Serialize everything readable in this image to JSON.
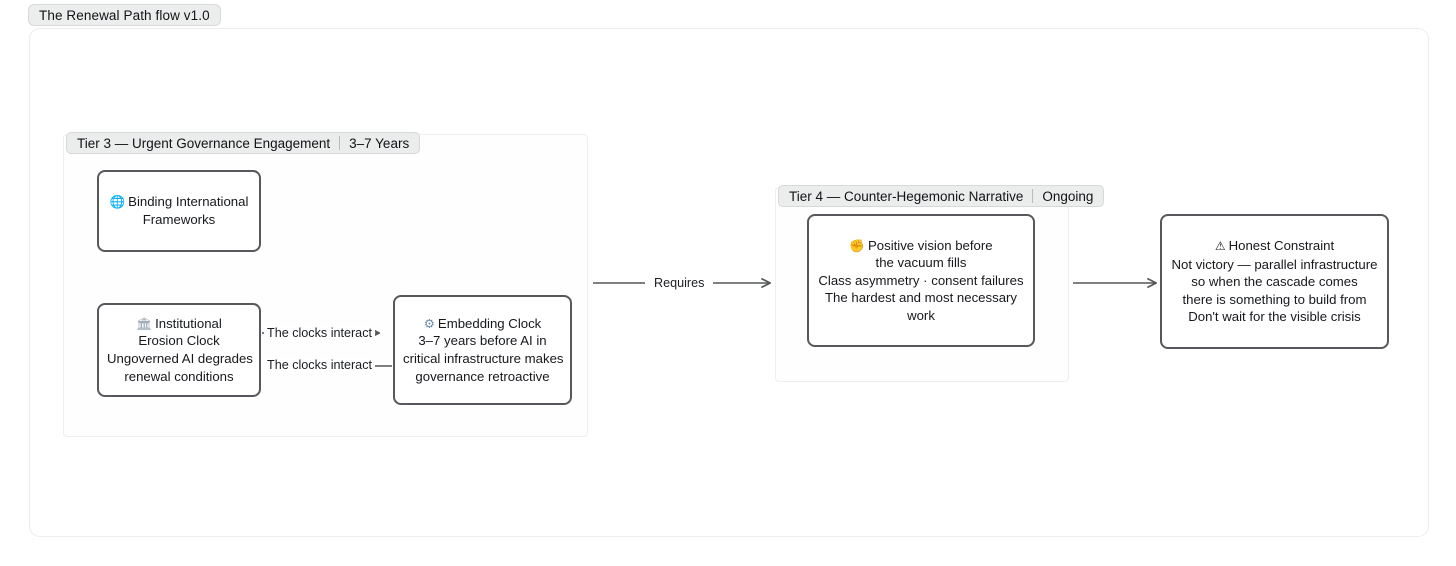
{
  "title_chip": {
    "label": "The Renewal Path flow v1.0"
  },
  "groups": [
    {
      "id": "tier3",
      "chip_main": "Tier 3 — Urgent Governance Engagement",
      "chip_sub": "3–7 Years"
    },
    {
      "id": "tier4",
      "chip_main": "Tier 4 — Counter-Hegemonic Narrative",
      "chip_sub": "Ongoing"
    }
  ],
  "nodes": [
    {
      "id": "binding-international-frameworks",
      "icon": "globe-icon",
      "icon_glyph": "🌐",
      "lines": [
        "Binding International",
        "Frameworks"
      ]
    },
    {
      "id": "institutional-erosion-clock",
      "icon": "classical-building-icon",
      "icon_glyph": "🏛",
      "lines": [
        "Institutional",
        "Erosion Clock",
        "Ungoverned AI degrades",
        "renewal conditions"
      ]
    },
    {
      "id": "embedding-clock",
      "icon": "gear-icon",
      "icon_glyph": "⚙",
      "lines": [
        "Embedding Clock",
        "3–7 years before AI in",
        "critical infrastructure makes",
        "governance retroactive"
      ]
    },
    {
      "id": "positive-vision",
      "icon": "raised-fist-icon",
      "icon_glyph": "✊",
      "lines": [
        "Positive vision before",
        "the vacuum fills",
        "Class asymmetry · consent failures",
        "The hardest and most necessary",
        "work"
      ]
    },
    {
      "id": "honest-constraint",
      "icon": "warning-triangle-icon",
      "icon_glyph": "⚠",
      "lines": [
        "Honest Constraint",
        "Not victory — parallel infrastructure",
        "so when the cascade comes",
        "there is something to build from",
        "Don't wait for the visible crisis"
      ]
    }
  ],
  "edges": [
    {
      "id": "clocks-interact-forward",
      "label": "The clocks interact"
    },
    {
      "id": "clocks-interact-reverse",
      "label": "The clocks interact"
    },
    {
      "id": "tier3-requires-tier4",
      "label": "Requires"
    },
    {
      "id": "tier4-to-honest-constraint",
      "label": ""
    }
  ],
  "colors": {
    "node_border": "#56585b",
    "chip_bg": "#ebecec",
    "edge": "#555759",
    "panel_border": "#ececee"
  }
}
